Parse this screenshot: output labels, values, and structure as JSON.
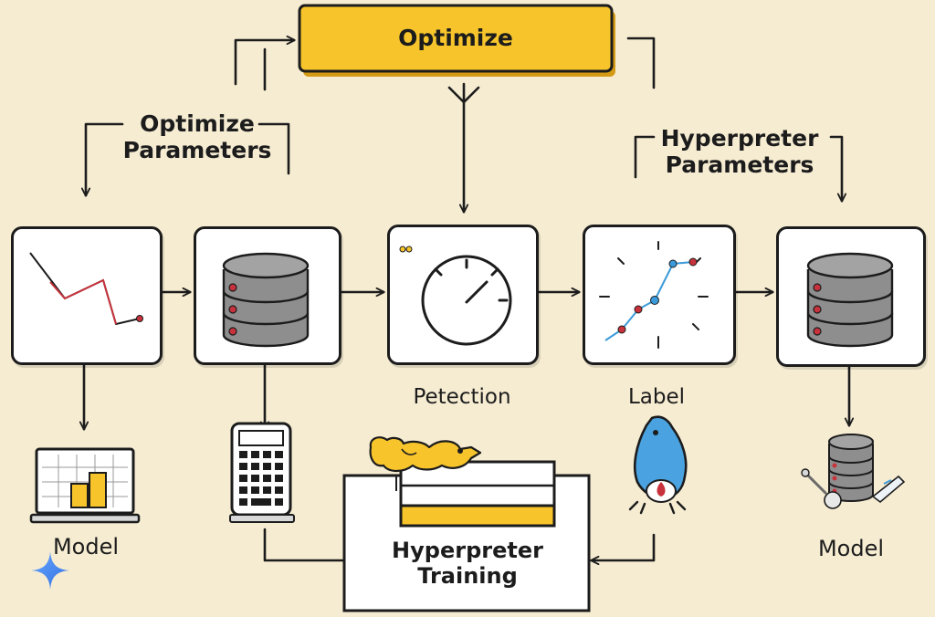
{
  "optimize_box": {
    "label": "Optimize",
    "fill": "#f7c52b"
  },
  "labels": {
    "optimize_parameters_line1": "Optimize",
    "optimize_parameters_line2": "Parameters",
    "hyperpreter_parameters_line1": "Hyperpreter",
    "hyperpreter_parameters_line2": "Parameters",
    "petection": "Petection",
    "label": "Label",
    "model_left": "Model",
    "model_right": "Model",
    "training_line1": "Hyperpreter",
    "training_line2": "Training"
  },
  "colors": {
    "background": "#f6ecd2",
    "ink": "#1c1c1c",
    "accent_yellow": "#f7c52b",
    "accent_red": "#c8323c",
    "accent_blue": "#3b9ad9",
    "db_gray": "#8e8e8e"
  },
  "icons": [
    "line-chart-icon",
    "database-icon",
    "gauge-icon",
    "scatter-chart-icon",
    "database-icon",
    "bar-chart-monitor-icon",
    "calculator-icon",
    "yellow-bird-icon",
    "blue-creature-icon",
    "database-tools-icon",
    "sparkle-icon"
  ]
}
